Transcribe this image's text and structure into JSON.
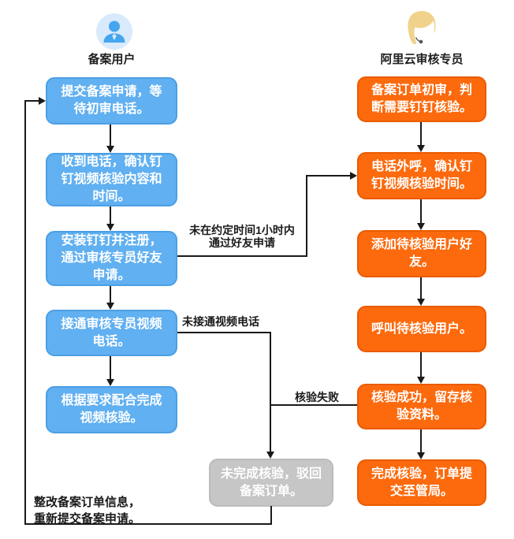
{
  "palette": {
    "user_fill": "#61B0F1",
    "user_border": "#4C9FE4",
    "reviewer_fill": "#FC6A0D",
    "reviewer_border": "#EA5B00",
    "rejected_fill": "#C6C6C6",
    "rejected_border": "#BBBBBB",
    "connector_color": "#1A1A1A",
    "user_avatar_bg": "#D8EAFB",
    "user_avatar_fg": "#45A5EF",
    "reviewer_avatar_hair": "#F1D28A"
  },
  "lanes": {
    "user": {
      "title": "备案用户",
      "icon": "user-avatar-icon"
    },
    "reviewer": {
      "title": "阿里云审核专员",
      "icon": "support-agent-avatar-icon"
    }
  },
  "user_steps": [
    {
      "text": "提交备案申请，等\n待初审电话。"
    },
    {
      "text": "收到电话，确认钉\n钉视频核验内容和\n时间。"
    },
    {
      "text": "安装钉钉并注册，\n通过审核专员好友\n申请。"
    },
    {
      "text": "接通审核专员视频\n电话。"
    },
    {
      "text": "根据要求配合完成\n视频核验。"
    }
  ],
  "reviewer_steps": [
    {
      "text": "备案订单初审，判\n断需要钉钉核验。"
    },
    {
      "text": "电话外呼，确认钉\n钉视频核验时间。"
    },
    {
      "text": "添加待核验用户好\n友。"
    },
    {
      "text": "呼叫待核验用户。"
    },
    {
      "text": "核验成功，留存核\n验资料。"
    },
    {
      "text": "完成核验，订单提\n交至管局。"
    }
  ],
  "rejected_step": {
    "text": "未完成核验，驳回\n备案订单。"
  },
  "edge_labels": {
    "friend_request_timeout": "未在约定时间1小时内\n通过好友申请",
    "video_call_missed": "未接通视频电话",
    "verification_failed": "核验失败",
    "resubmit": "整改备案订单信息，\n重新提交备案申请。"
  }
}
